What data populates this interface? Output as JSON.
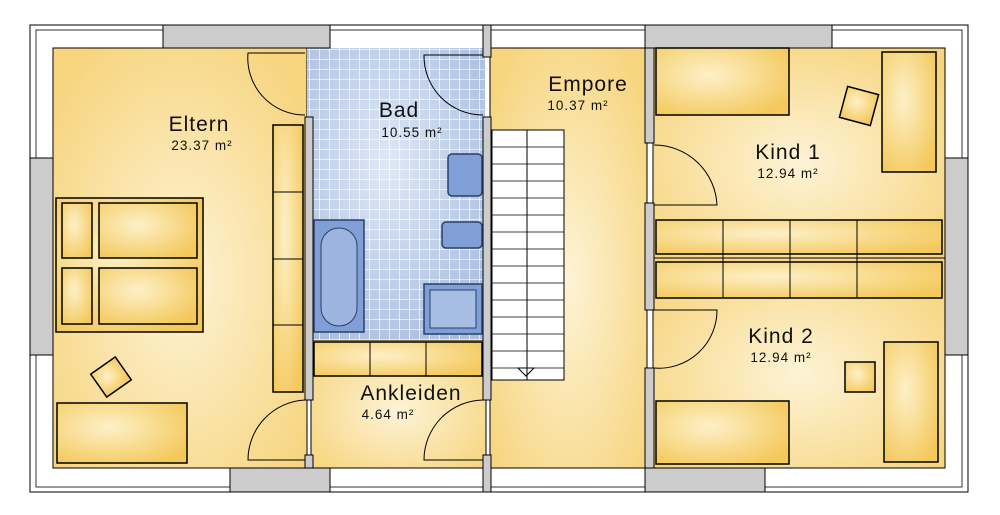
{
  "rooms": {
    "eltern": {
      "name": "Eltern",
      "area": "23.37 m²"
    },
    "bad": {
      "name": "Bad",
      "area": "10.55 m²"
    },
    "empore": {
      "name": "Empore",
      "area": "10.37 m²"
    },
    "kind1": {
      "name": "Kind 1",
      "area": "12.94 m²"
    },
    "kind2": {
      "name": "Kind 2",
      "area": "12.94 m²"
    },
    "ankleiden": {
      "name": "Ankleiden",
      "area": "4.64 m²"
    }
  },
  "colors": {
    "floor": "#f8d98a",
    "floor_light": "#fdf1cf",
    "tile": "#b8c9e6",
    "wall": "#cccccc"
  }
}
